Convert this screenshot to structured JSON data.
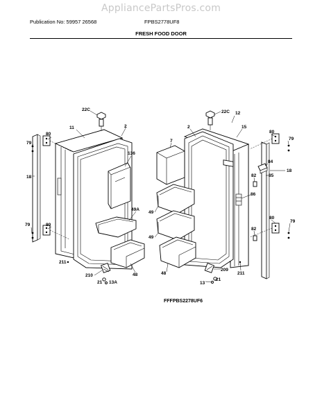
{
  "watermark": "AppliancePartsPros.com",
  "header": {
    "publication": "Publication No: 59957 26568",
    "model_code": "FPBS2778UF8"
  },
  "section_title": "FRESH FOOD DOOR",
  "model_label": "FFFPBS2278UF6",
  "callouts": {
    "c22c_l": "22C",
    "c11": "11",
    "c2_l": "2",
    "c80_l1": "80",
    "c79_l1": "79",
    "c136": "136",
    "c18_l": "18",
    "c49a": "49A",
    "c79_l2": "79",
    "c80_l2": "80",
    "c211_l": "211",
    "c48_l": "48",
    "c210": "210",
    "c21_l": "21",
    "c13a": "13A",
    "c22c_r": "22C",
    "c12": "12",
    "c2_r": "2",
    "c15": "15",
    "c7": "7",
    "c80_r1": "80",
    "c79_r1": "79",
    "c84": "84",
    "c85": "85",
    "c18_r": "18",
    "c82_r1": "82",
    "c86": "86",
    "c49_r1": "49",
    "c49_r2": "49",
    "c82_r2": "82",
    "c80_r2": "80",
    "c79_r2": "79",
    "c48_r": "48",
    "c211_r": "211",
    "c209": "209",
    "c13": "13",
    "c21_r": "21"
  }
}
